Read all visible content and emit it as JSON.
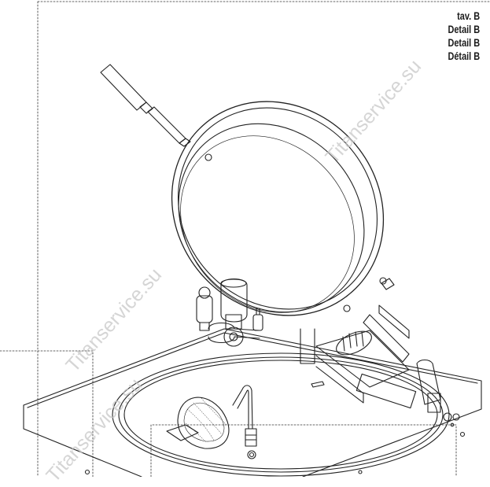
{
  "detail_labels": [
    "tav.    B",
    "Detail B",
    "Detail B",
    "Détail B"
  ],
  "watermarks": [
    "Titanservice.su",
    "Titanservice.su",
    "Titanservice.su"
  ]
}
